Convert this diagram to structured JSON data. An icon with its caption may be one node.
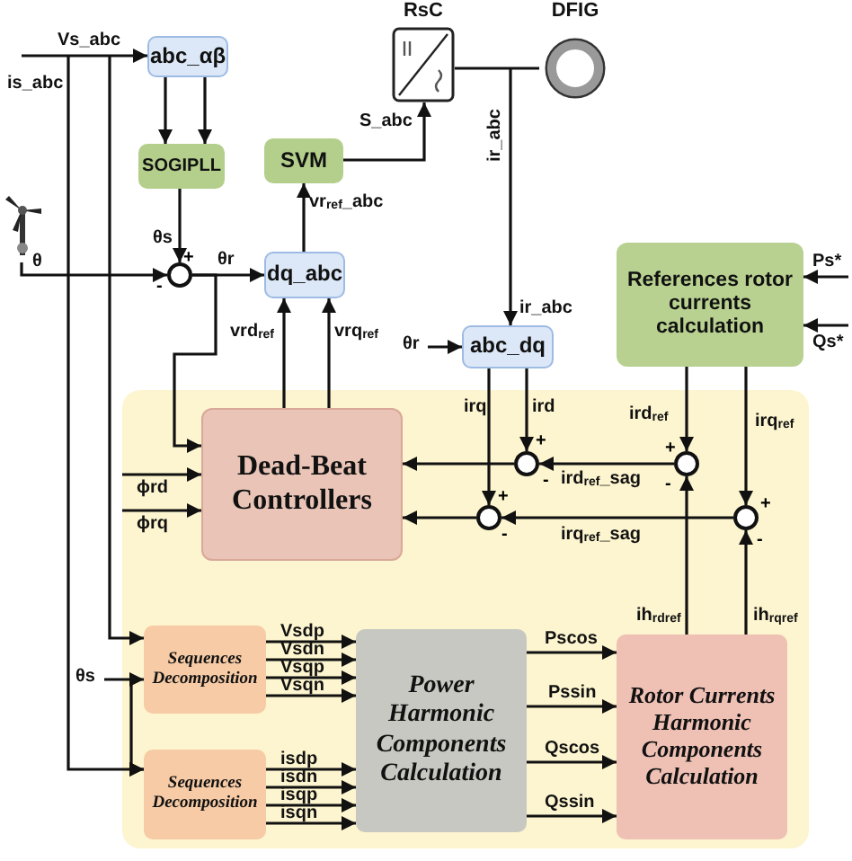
{
  "diagram": {
    "nodes": [
      {
        "text": [
          "abc_αβ"
        ]
      },
      {
        "text": [
          "SOGIPLL"
        ]
      },
      {
        "text": [
          "SVM"
        ]
      },
      {
        "text": [
          "RsC"
        ]
      },
      {
        "text": [
          "DFIG"
        ]
      },
      {
        "text": [
          "dq_abc"
        ]
      },
      {
        "text": [
          "abc_dq"
        ]
      },
      {
        "text": [
          "References rotor currents calculation"
        ]
      },
      {
        "text": [],
        "shape": "box"
      },
      {
        "text": [
          "Dead-Beat Controllers"
        ],
        "in": 8
      },
      {
        "text": [
          "Sequences Decomposition"
        ],
        "in": 8
      },
      {
        "text": [
          "Sequences Decomposition"
        ],
        "in": 8
      },
      {
        "text": [
          "Power Harmonic Components Calculation"
        ],
        "in": 8
      },
      {
        "text": [
          "Rotor Currents Harmonic Components Calculation"
        ],
        "in": 8
      },
      {
        "text": [],
        "shape": "circle",
        "beside": [
          "+",
          "-"
        ]
      },
      {
        "text": [],
        "shape": "circle",
        "beside": [
          "+",
          "-"
        ],
        "in": 8
      },
      {
        "text": [],
        "shape": "circle",
        "beside": [
          "+",
          "-"
        ],
        "in": 8
      },
      {
        "text": [],
        "shape": "circle",
        "beside": [
          "+",
          "-"
        ],
        "in": 8
      },
      {
        "text": [],
        "shape": "circle",
        "beside": [
          "+",
          "-"
        ],
        "in": 8
      },
      {
        "text": [],
        "shape": "picture"
      }
    ],
    "edges": [
      {
        "from": null,
        "to": 0,
        "arrow": "to",
        "label": "Vs_abc"
      },
      {
        "from": null,
        "to": 10,
        "arrow": "to"
      },
      {
        "from": null,
        "to": 11,
        "arrow": "to",
        "label": "is_abc"
      },
      {
        "from": 0,
        "to": 1,
        "arrow": "to"
      },
      {
        "from": 0,
        "to": 1,
        "arrow": "to"
      },
      {
        "from": 1,
        "to": 14,
        "arrow": "to",
        "label": "θs"
      },
      {
        "from": 19,
        "to": 14,
        "arrow": "to",
        "label": "θ"
      },
      {
        "from": 14,
        "to": 5,
        "arrow": "to",
        "label": "θr"
      },
      {
        "from": 14,
        "to": 9,
        "arrow": "to"
      },
      {
        "from": 5,
        "to": 2,
        "arrow": "to",
        "label": "vr$_{ref}$_abc"
      },
      {
        "from": 2,
        "to": 3,
        "arrow": "to",
        "label": "S_abc"
      },
      {
        "from": 3,
        "to": 4,
        "arrow": "none"
      },
      {
        "from": null,
        "to": 6,
        "arrow": "to",
        "label": "ir_abc"
      },
      {
        "from": null,
        "to": 6,
        "arrow": "to",
        "label": "θr"
      },
      {
        "from": 6,
        "to": 15,
        "arrow": "to",
        "label": "ird"
      },
      {
        "from": 6,
        "to": 16,
        "arrow": "to",
        "label": "irq"
      },
      {
        "from": 7,
        "to": 17,
        "arrow": "to",
        "label": "ird$_{ref}$"
      },
      {
        "from": 7,
        "to": 18,
        "arrow": "to",
        "label": "irq$_{ref}$"
      },
      {
        "from": 17,
        "to": 15,
        "arrow": "to",
        "label": "ird$_{ref}$_sag"
      },
      {
        "from": 18,
        "to": 16,
        "arrow": "to",
        "label": "irq$_{ref}$_sag"
      },
      {
        "from": 15,
        "to": 9,
        "arrow": "to"
      },
      {
        "from": 16,
        "to": 9,
        "arrow": "to"
      },
      {
        "from": 9,
        "to": 5,
        "arrow": "to",
        "label": "vrd$_{ref}$"
      },
      {
        "from": 9,
        "to": 5,
        "arrow": "to",
        "label": "vrq$_{ref}$"
      },
      {
        "from": null,
        "to": 9,
        "arrow": "to",
        "label": "ϕrd"
      },
      {
        "from": null,
        "to": 9,
        "arrow": "to",
        "label": "ϕrq"
      },
      {
        "from": null,
        "to": 7,
        "arrow": "to",
        "label": "Ps*"
      },
      {
        "from": null,
        "to": 7,
        "arrow": "to",
        "label": "Qs*"
      },
      {
        "from": null,
        "to": 10,
        "arrow": "to",
        "label": "θs"
      },
      {
        "from": null,
        "to": 11,
        "arrow": "to"
      },
      {
        "from": 10,
        "to": 12,
        "arrow": "to",
        "label": "Vsdp"
      },
      {
        "from": 10,
        "to": 12,
        "arrow": "to",
        "label": "Vsdn"
      },
      {
        "from": 10,
        "to": 12,
        "arrow": "to",
        "label": "Vsqp"
      },
      {
        "from": 10,
        "to": 12,
        "arrow": "to",
        "label": "Vsqn"
      },
      {
        "from": 11,
        "to": 12,
        "arrow": "to",
        "label": "isdp"
      },
      {
        "from": 11,
        "to": 12,
        "arrow": "to",
        "label": "isdn"
      },
      {
        "from": 11,
        "to": 12,
        "arrow": "to",
        "label": "isqp"
      },
      {
        "from": 11,
        "to": 12,
        "arrow": "to",
        "label": "isqn"
      },
      {
        "from": 12,
        "to": 13,
        "arrow": "to",
        "label": "Pscos"
      },
      {
        "from": 12,
        "to": 13,
        "arrow": "to",
        "label": "Pssin"
      },
      {
        "from": 12,
        "to": 13,
        "arrow": "to",
        "label": "Qscos"
      },
      {
        "from": 12,
        "to": 13,
        "arrow": "to",
        "label": "Qssin"
      },
      {
        "from": 13,
        "to": 17,
        "arrow": "to",
        "label": "ih$_{rdref}$"
      },
      {
        "from": 13,
        "to": 18,
        "arrow": "to",
        "label": "ih$_{rqref}$"
      }
    ],
    "labels": [
      "ir_abc"
    ]
  }
}
